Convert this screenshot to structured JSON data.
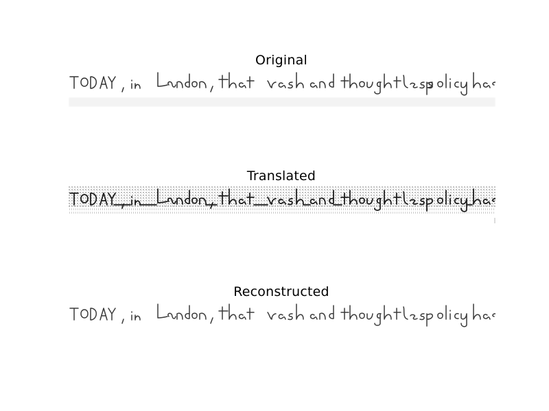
{
  "panels": [
    {
      "title": "Original",
      "image": {
        "handwritten_text": "TODAY, in London, that rash and thoughtless policy has",
        "rendering": "clean handwriting with faint gray noise band below"
      }
    },
    {
      "title": "Translated",
      "image": {
        "handwritten_text": "TODAY, in London, that rash and thoughtless policy has",
        "rendering": "handwriting overlaid with heavy gray dotted artifacts and underscores between words"
      }
    },
    {
      "title": "Reconstructed",
      "image": {
        "handwritten_text": "TODAY, in London, that rash and thoughtless policy has",
        "rendering": "clean handwriting"
      }
    }
  ],
  "colors": {
    "background": "#ffffff",
    "title_text": "#000000",
    "ink": "#2f2f2f",
    "artifact": "#9a9a9a"
  }
}
